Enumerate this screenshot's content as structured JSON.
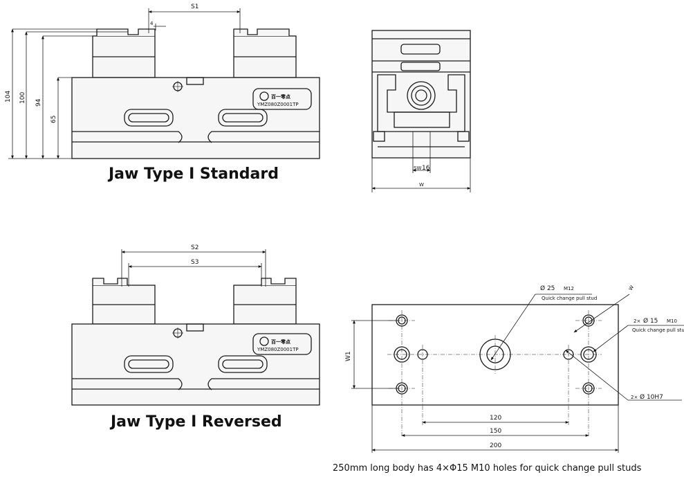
{
  "captions": {
    "standard": "Jaw Type I Standard",
    "reversed": "Jaw Type I Reversed",
    "footnote": "250mm long body has 4×Φ15 M10 holes for quick change pull studs"
  },
  "standard_view": {
    "dim_s1": "S1",
    "dim_4": "4",
    "dim_104": "104",
    "dim_100": "100",
    "dim_94": "94",
    "dim_65": "65",
    "logo_text": "百一零点",
    "model_text": "YMZ080Z0001TP"
  },
  "side_view": {
    "dim_sw": "SW",
    "dim_16": "16",
    "dim_w": "W"
  },
  "reversed_view": {
    "dim_s2": "S2",
    "dim_s3": "S3",
    "logo_text": "百一零点",
    "model_text": "YMZ080Z0001TP"
  },
  "bottom_view": {
    "center_hole": "Ø 25",
    "center_thread": "M12",
    "center_note": "Quick change pull stud",
    "hole_count": "2×",
    "side_hole": "Ø 15",
    "side_thread": "M10",
    "side_note": "Quick change pull stud",
    "pin_count": "2×",
    "pin_hole": "Ø 10H7",
    "dim_w": "W",
    "dim_w1": "W1",
    "dim_120": "120",
    "dim_150": "150",
    "dim_200": "200"
  },
  "colors": {
    "line": "#1a1a1a",
    "fill": "#f6f6f6",
    "background": "#ffffff"
  }
}
